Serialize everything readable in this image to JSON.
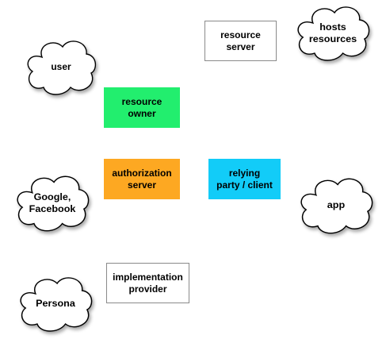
{
  "clouds": {
    "user": {
      "label": "user"
    },
    "google": {
      "label_line1": "Google,",
      "label_line2": "Facebook"
    },
    "persona": {
      "label": "Persona"
    },
    "hosts": {
      "label_line1": "hosts",
      "label_line2": "resources"
    },
    "app": {
      "label": "app"
    }
  },
  "boxes": {
    "resource_server": {
      "label": "resource\nserver",
      "color": "#ffffff"
    },
    "resource_owner": {
      "label": "resource\nowner",
      "color": "#22ee6e"
    },
    "authorization_server": {
      "label": "authorization\nserver",
      "color": "#fda822"
    },
    "relying_party": {
      "label": "relying\nparty / client",
      "color": "#12ccf8"
    },
    "implementation_provider": {
      "label": "implementation\nprovider",
      "color": "#ffffff"
    }
  }
}
